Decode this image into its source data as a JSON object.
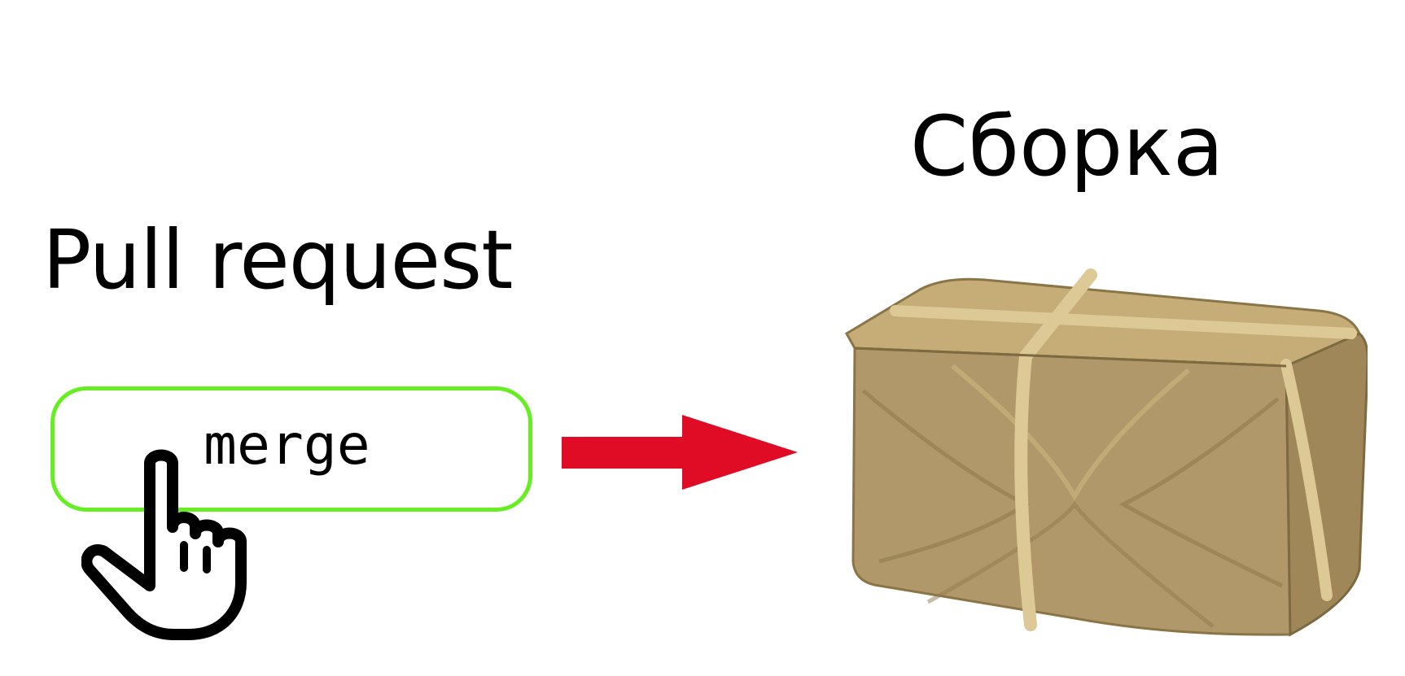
{
  "pull_request": {
    "title": "Pull request",
    "button_label": "merge",
    "button_border_color": "#66ee22",
    "pointer_icon": "hand-pointer-icon"
  },
  "arrow": {
    "icon": "arrow-right-icon",
    "color": "#e00b25"
  },
  "build": {
    "title": "Сборка",
    "image_icon": "parcel-box-icon",
    "image_color": "#b59e6b"
  }
}
